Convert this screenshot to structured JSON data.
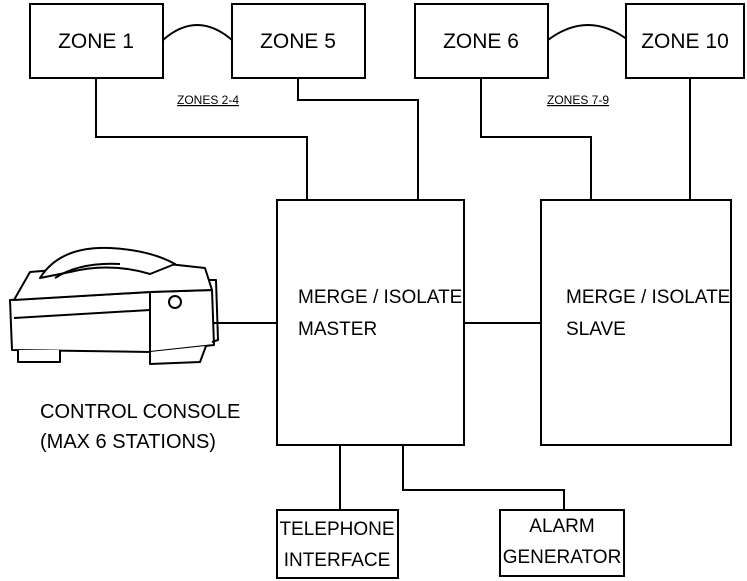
{
  "zones": {
    "zone1": "ZONE 1",
    "zone5": "ZONE 5",
    "zone6": "ZONE 6",
    "zone10": "ZONE 10",
    "range_left": "ZONES 2-4",
    "range_right": "ZONES 7-9"
  },
  "master": {
    "line1": "MERGE / ISOLATE",
    "line2": "MASTER"
  },
  "slave": {
    "line1": "MERGE / ISOLATE",
    "line2": "SLAVE"
  },
  "console": {
    "line1": "CONTROL CONSOLE",
    "line2": "(MAX 6 STATIONS)"
  },
  "telephone": {
    "line1": "TELEPHONE",
    "line2": "INTERFACE"
  },
  "alarm": {
    "line1": "ALARM",
    "line2": "GENERATOR"
  },
  "colors": {
    "stroke": "#000000",
    "background": "#ffffff"
  }
}
